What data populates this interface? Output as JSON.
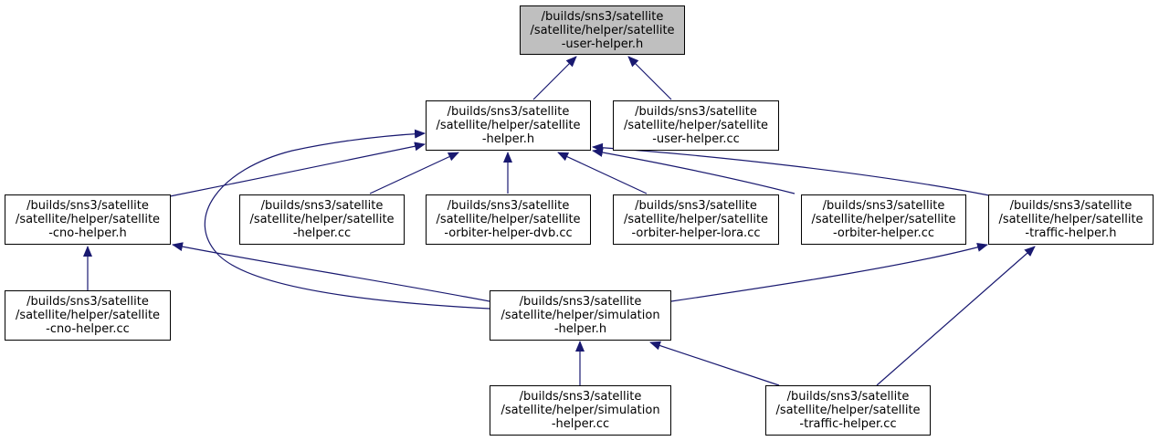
{
  "colors": {
    "edge": "#191970",
    "root_fill": "#bfbfbf",
    "node_fill": "#ffffff",
    "border": "#000000"
  },
  "nodes": {
    "user_helper_h": {
      "lines": [
        "/builds/sns3/satellite",
        "/satellite/helper/satellite",
        "-user-helper.h"
      ]
    },
    "helper_h": {
      "lines": [
        "/builds/sns3/satellite",
        "/satellite/helper/satellite",
        "-helper.h"
      ]
    },
    "user_helper_cc": {
      "lines": [
        "/builds/sns3/satellite",
        "/satellite/helper/satellite",
        "-user-helper.cc"
      ]
    },
    "cno_helper_h": {
      "lines": [
        "/builds/sns3/satellite",
        "/satellite/helper/satellite",
        "-cno-helper.h"
      ]
    },
    "helper_cc": {
      "lines": [
        "/builds/sns3/satellite",
        "/satellite/helper/satellite",
        "-helper.cc"
      ]
    },
    "orbiter_helper_dvb": {
      "lines": [
        "/builds/sns3/satellite",
        "/satellite/helper/satellite",
        "-orbiter-helper-dvb.cc"
      ]
    },
    "orbiter_helper_lora": {
      "lines": [
        "/builds/sns3/satellite",
        "/satellite/helper/satellite",
        "-orbiter-helper-lora.cc"
      ]
    },
    "orbiter_helper_cc": {
      "lines": [
        "/builds/sns3/satellite",
        "/satellite/helper/satellite",
        "-orbiter-helper.cc"
      ]
    },
    "traffic_helper_h": {
      "lines": [
        "/builds/sns3/satellite",
        "/satellite/helper/satellite",
        "-traffic-helper.h"
      ]
    },
    "cno_helper_cc": {
      "lines": [
        "/builds/sns3/satellite",
        "/satellite/helper/satellite",
        "-cno-helper.cc"
      ]
    },
    "simulation_helper_h": {
      "lines": [
        "/builds/sns3/satellite",
        "/satellite/helper/simulation",
        "-helper.h"
      ]
    },
    "simulation_helper_cc": {
      "lines": [
        "/builds/sns3/satellite",
        "/satellite/helper/simulation",
        "-helper.cc"
      ]
    },
    "traffic_helper_cc": {
      "lines": [
        "/builds/sns3/satellite",
        "/satellite/helper/satellite",
        "-traffic-helper.cc"
      ]
    }
  }
}
